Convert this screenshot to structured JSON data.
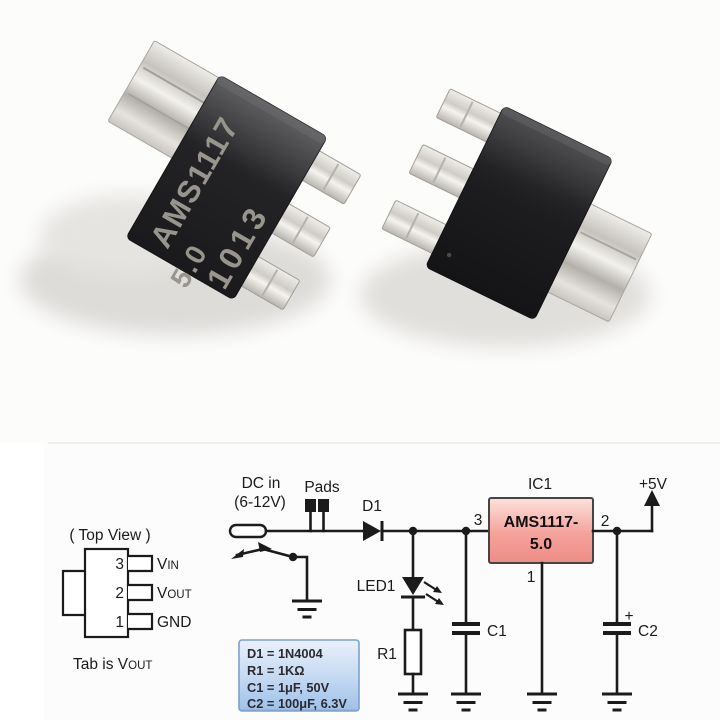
{
  "photo": {
    "front_chip": {
      "marking_line1": "AMS1117",
      "marking_line2": "5.0",
      "date_code": "1013"
    }
  },
  "pinout": {
    "title": "( Top View )",
    "pins": [
      {
        "number": "3",
        "label": "V",
        "label_small": "IN"
      },
      {
        "number": "2",
        "label": "V",
        "label_small": "OUT"
      },
      {
        "number": "1",
        "label": "GND",
        "label_small": ""
      }
    ],
    "note": {
      "prefix": "Tab is V",
      "small": "OUT"
    }
  },
  "schematic": {
    "input": {
      "label": "DC in",
      "range": "(6-12V)"
    },
    "pads_label": "Pads",
    "diode_label": "D1",
    "led_label": "LED1",
    "resistor_label": "R1",
    "cap1_label": "C1",
    "cap2_label": "C2",
    "cap2_polarity": "+",
    "ic": {
      "ref": "IC1",
      "part_line1": "AMS1117-",
      "part_line2": "5.0",
      "pin_in": "3",
      "pin_out": "2",
      "pin_gnd": "1"
    },
    "output_label": "+5V",
    "values": [
      "D1 = 1N4004",
      "R1 = 1KΩ",
      "C1 = 1μF, 50V",
      "C2 = 100μF, 6.3V"
    ]
  },
  "colors": {
    "schematic_ink": "#1b1b1b",
    "ic_fill_top": "#fde2dc",
    "ic_fill_bottom": "#ef8d85",
    "values_fill_top": "#e9f1fb",
    "values_fill_bottom": "#9fc0e8",
    "values_border": "#7ba1cf",
    "chip_body": "#202023",
    "chip_metal": "#d8d5d0"
  }
}
